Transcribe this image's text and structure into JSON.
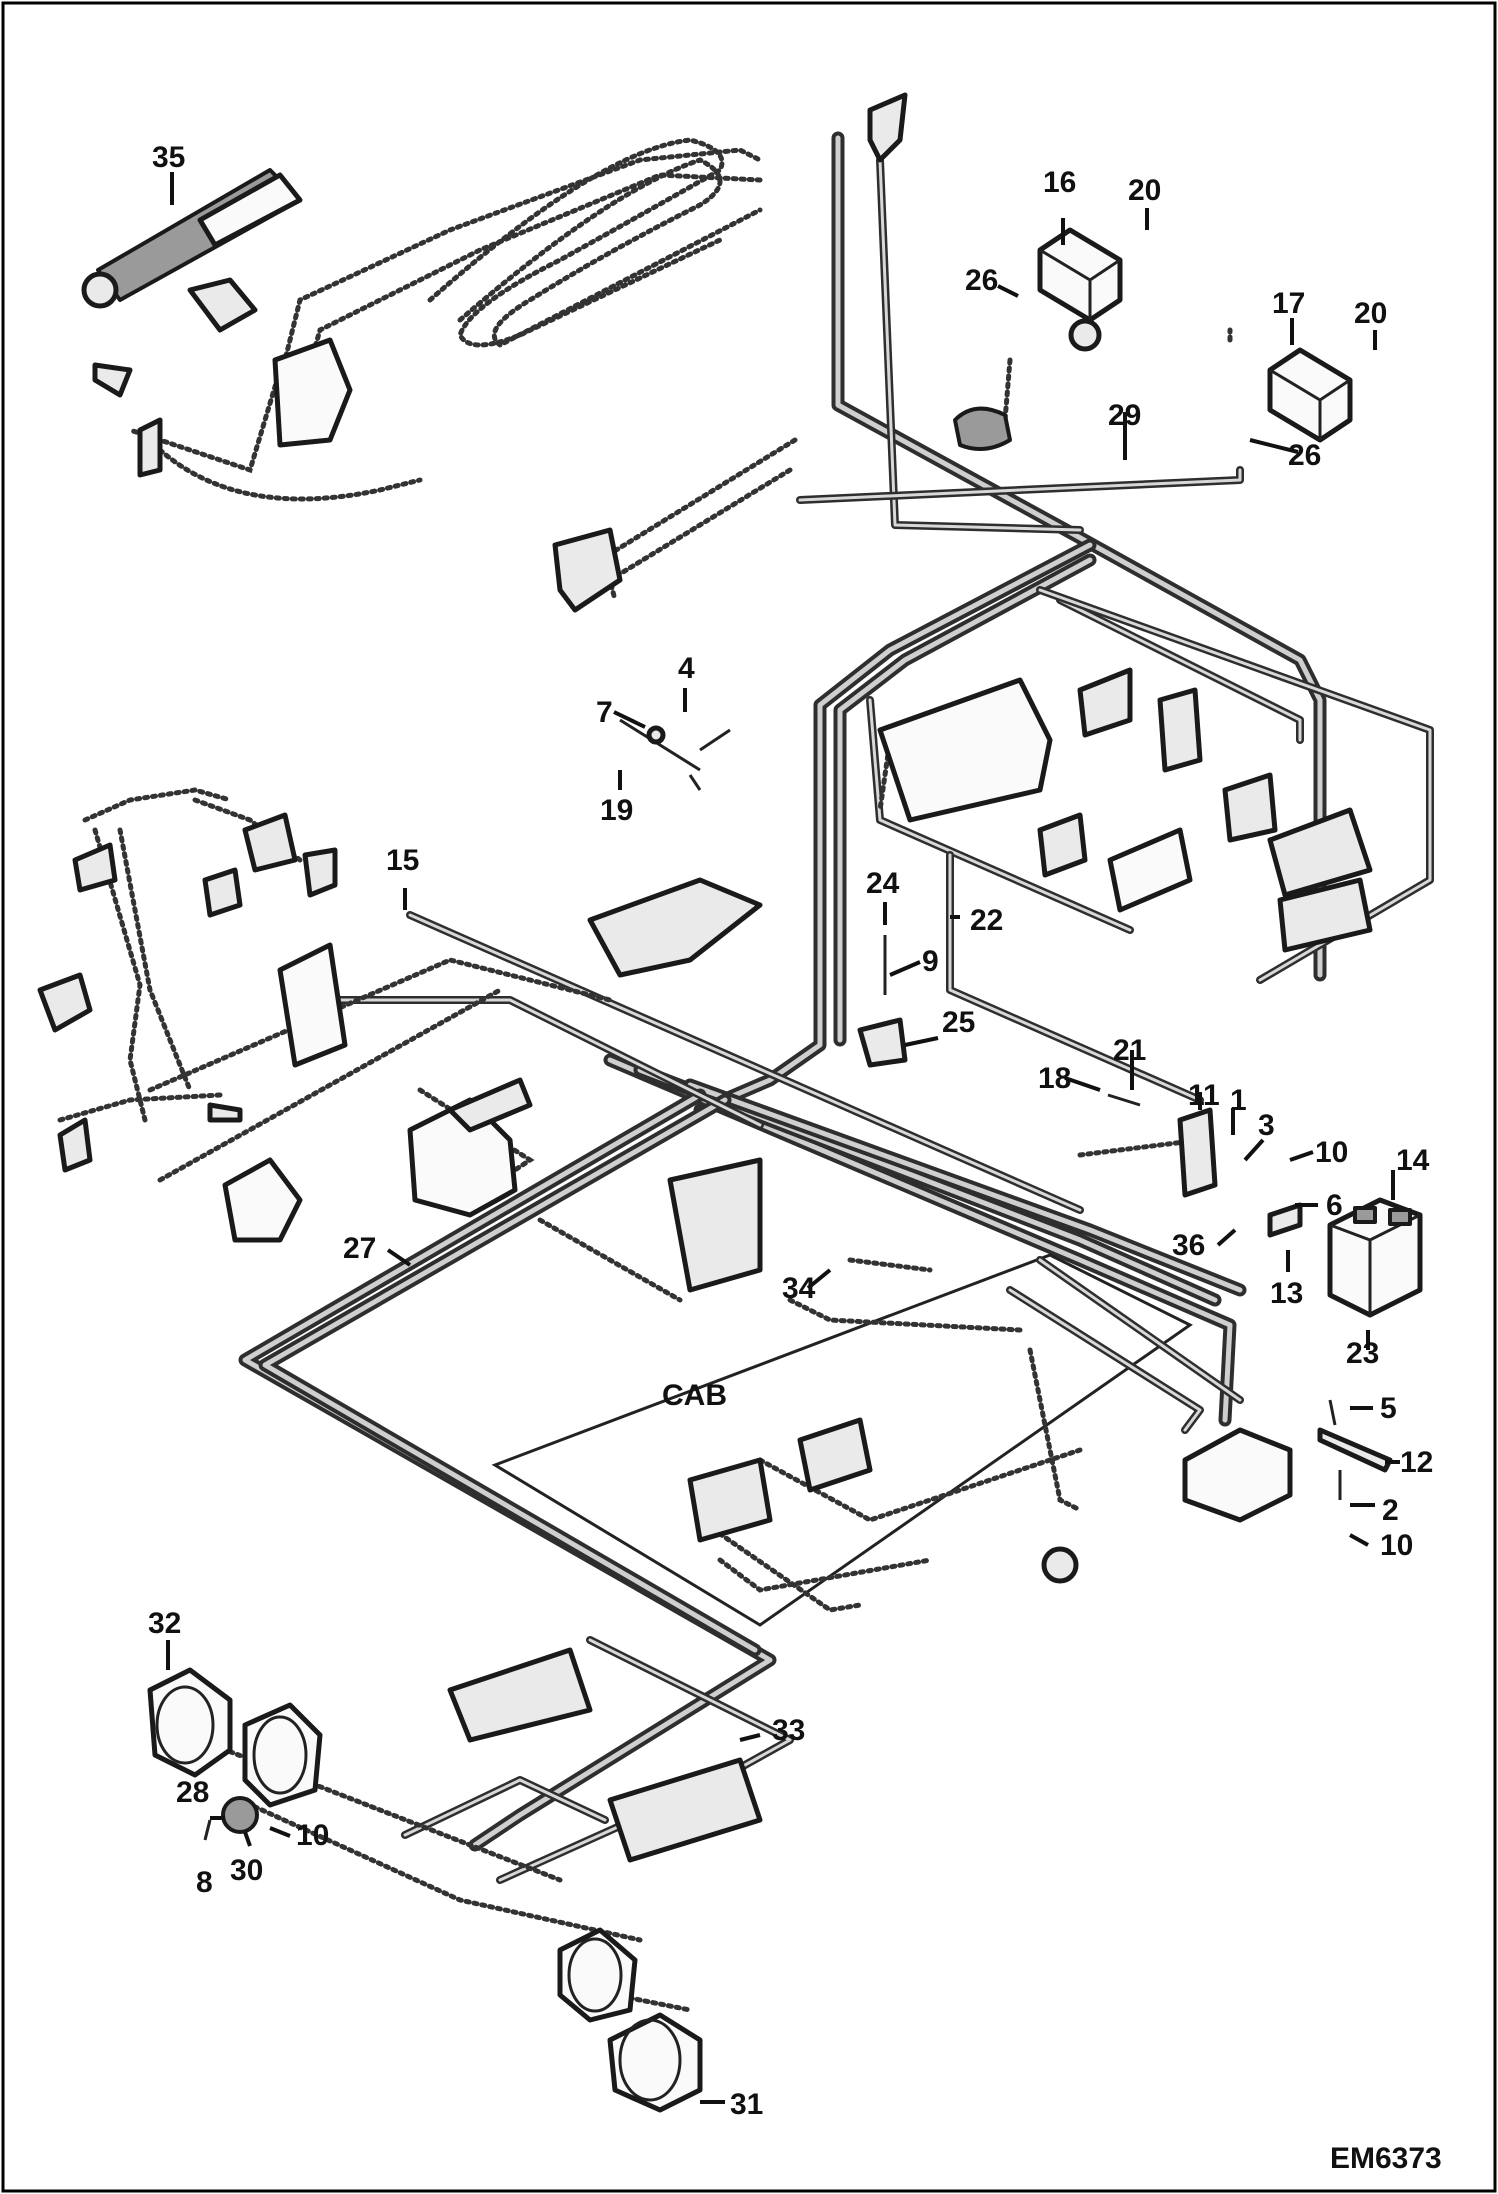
{
  "diagram": {
    "reference_code": "EM6373",
    "area_label": "CAB",
    "callouts": [
      "1",
      "2",
      "3",
      "4",
      "5",
      "6",
      "7",
      "8",
      "9",
      "10",
      "10",
      "10",
      "11",
      "12",
      "13",
      "14",
      "15",
      "16",
      "17",
      "18",
      "19",
      "20",
      "20",
      "21",
      "22",
      "23",
      "24",
      "25",
      "26",
      "26",
      "27",
      "28",
      "29",
      "30",
      "31",
      "32",
      "33",
      "34",
      "35",
      "36"
    ]
  }
}
